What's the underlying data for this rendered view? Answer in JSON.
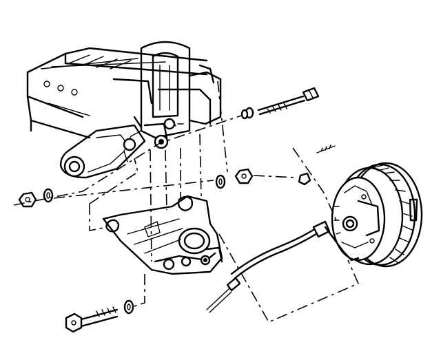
{
  "figure": {
    "kind": "exploded-view line drawing",
    "ink_color": "#000000",
    "paper_color": "#ffffff",
    "parts": [
      "frame-rail",
      "spring-bracket",
      "upper-link",
      "lower-control-arm",
      "brake-drum",
      "backing-plate",
      "brake-hose",
      "upper-pivot-bolt",
      "lower-pivot-bolt",
      "nuts-and-washers",
      "bracket-bolt"
    ]
  }
}
